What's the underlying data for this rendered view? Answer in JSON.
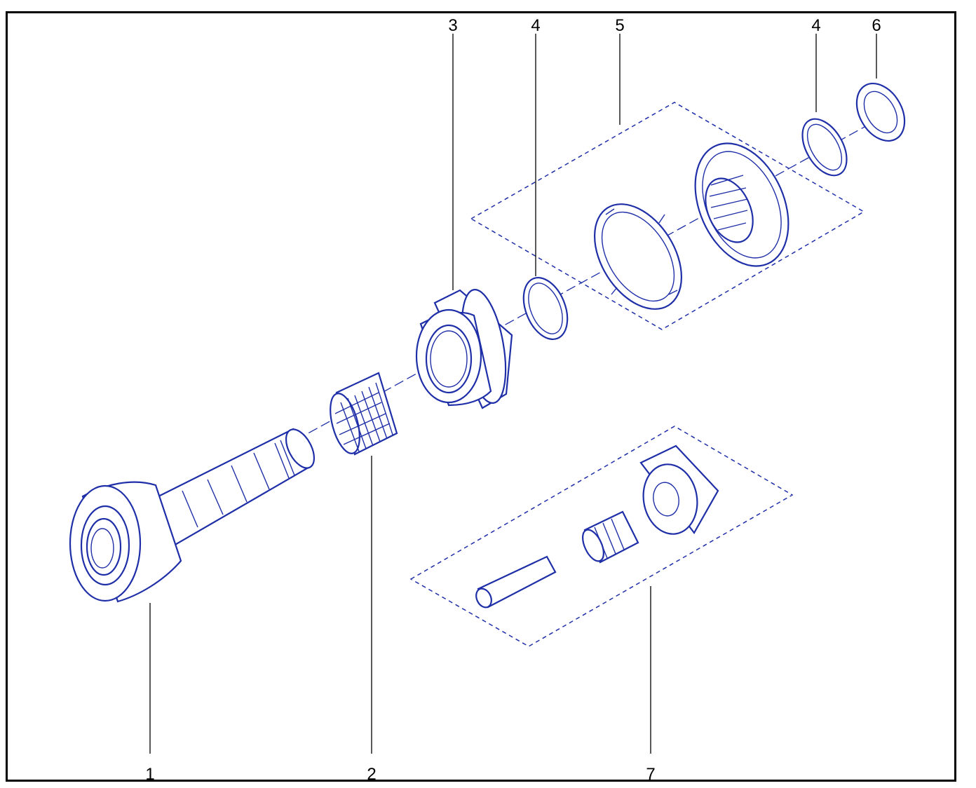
{
  "diagram": {
    "callouts": [
      {
        "id": "c1",
        "label": "1"
      },
      {
        "id": "c2",
        "label": "2"
      },
      {
        "id": "c3",
        "label": "3"
      },
      {
        "id": "c4a",
        "label": "4"
      },
      {
        "id": "c5",
        "label": "5"
      },
      {
        "id": "c4b",
        "label": "4"
      },
      {
        "id": "c6",
        "label": "6"
      },
      {
        "id": "c7",
        "label": "7"
      }
    ],
    "colors": {
      "line_art": "#1f2fa8",
      "frame": "#000000",
      "background": "#ffffff"
    }
  }
}
